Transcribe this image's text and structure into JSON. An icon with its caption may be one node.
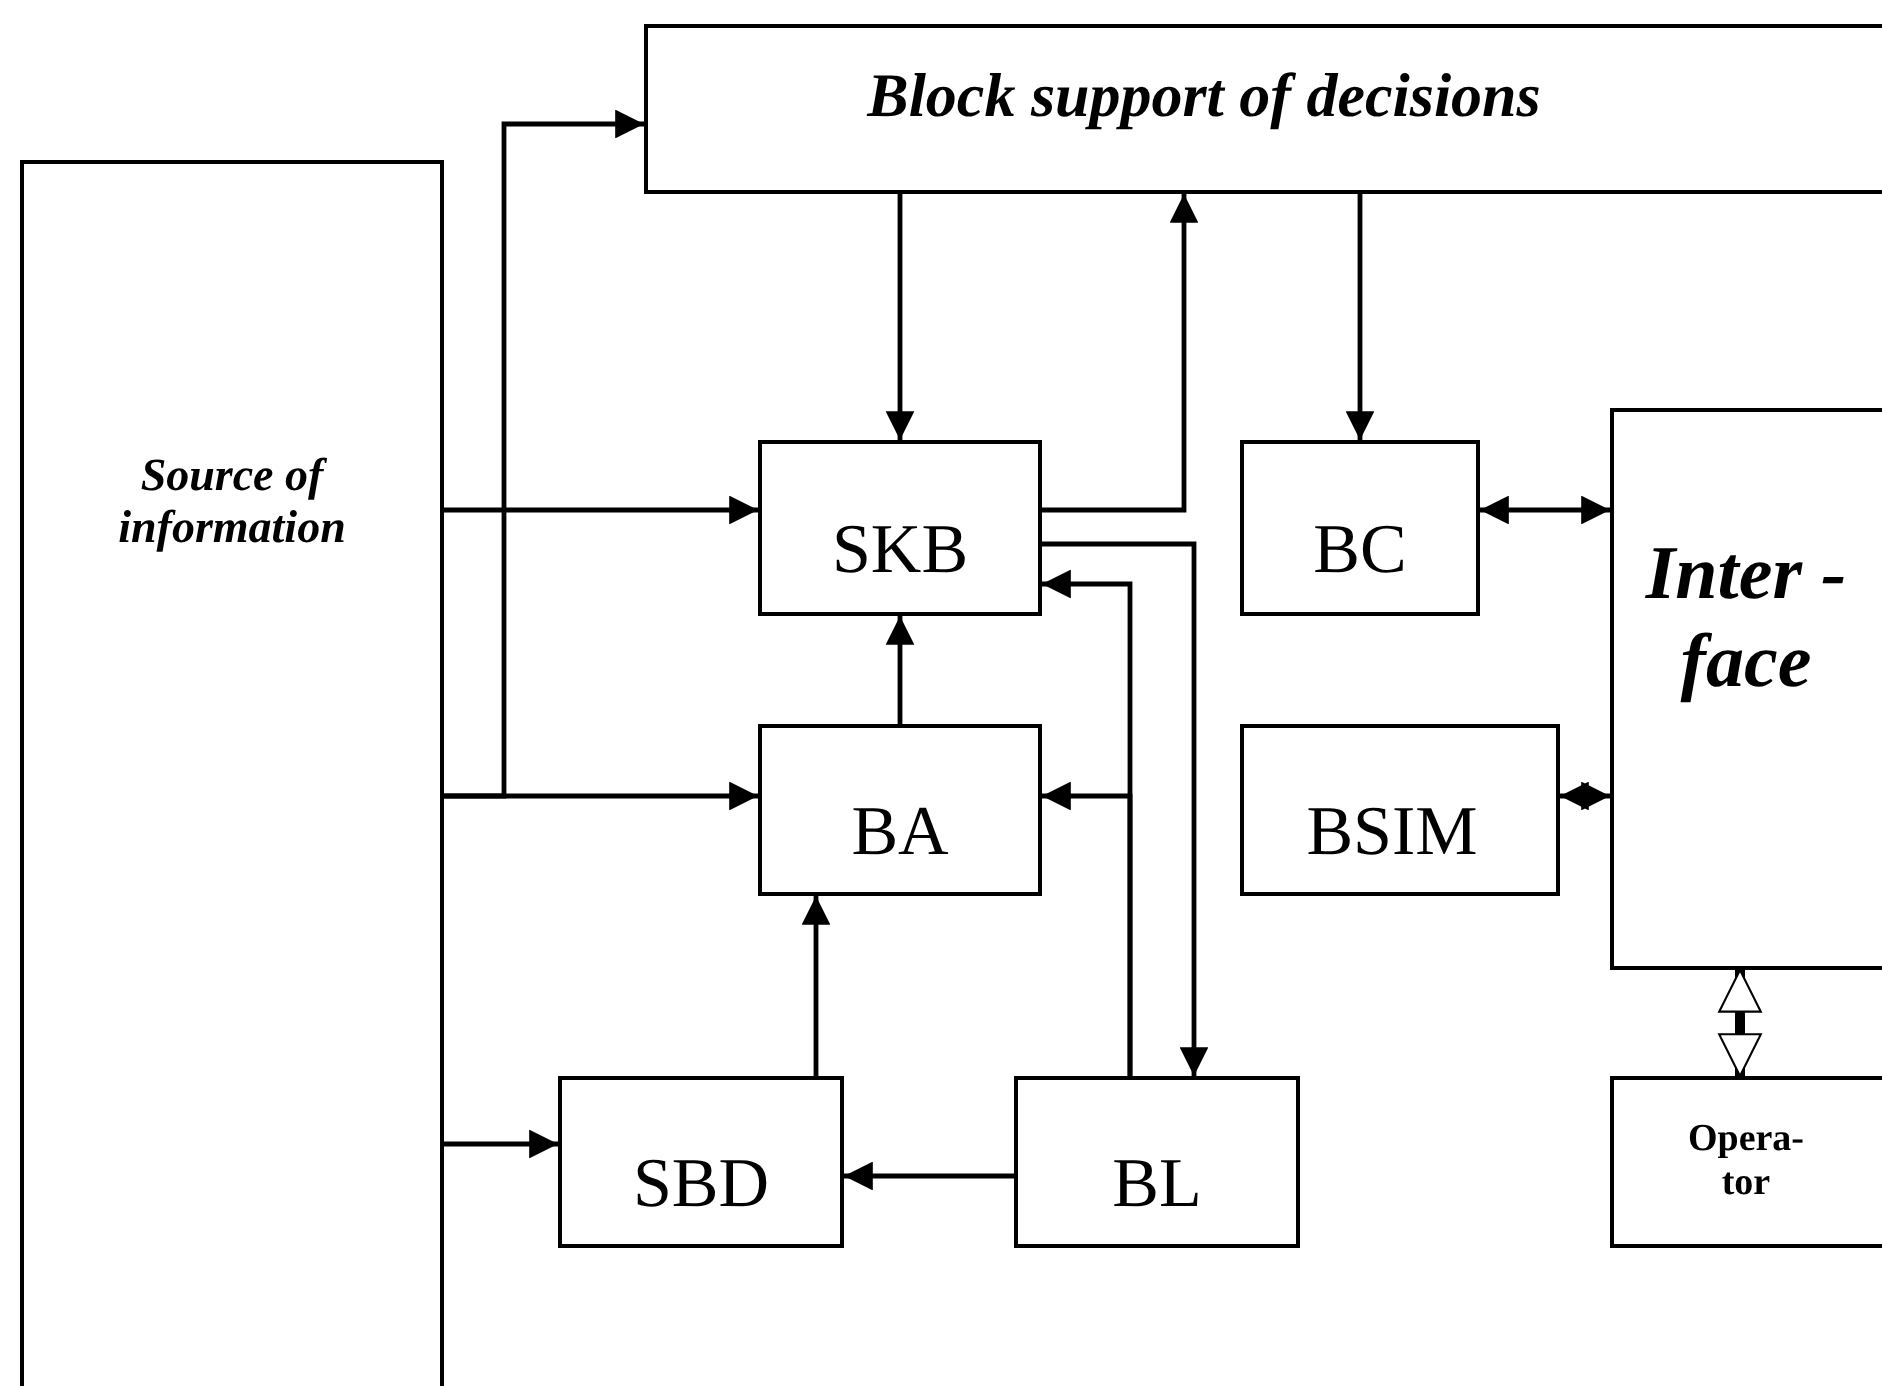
{
  "diagram": {
    "nodes": [
      {
        "text": [
          "Source of information"
        ]
      },
      {
        "text": [
          "Block support of decisions"
        ]
      },
      {
        "text": [
          "SKB"
        ]
      },
      {
        "text": [
          "BC"
        ]
      },
      {
        "text": [
          "Inter -face"
        ]
      },
      {
        "text": [
          "BA"
        ]
      },
      {
        "text": [
          "BSIM"
        ]
      },
      {
        "text": [
          "SBD"
        ]
      },
      {
        "text": [
          "BL"
        ]
      },
      {
        "text": [
          "Opera- tor"
        ]
      }
    ],
    "edges": [
      {
        "from": 0,
        "to": 1,
        "arrow": "to"
      },
      {
        "from": 0,
        "to": 2,
        "arrow": "to"
      },
      {
        "from": 0,
        "to": 5,
        "arrow": "to"
      },
      {
        "from": 0,
        "to": 7,
        "arrow": "to"
      },
      {
        "from": 1,
        "to": 2,
        "arrow": "to"
      },
      {
        "from": 2,
        "to": 1,
        "arrow": "to"
      },
      {
        "from": 1,
        "to": 3,
        "arrow": "to"
      },
      {
        "from": 2,
        "to": 8,
        "arrow": "to"
      },
      {
        "from": 8,
        "to": 2,
        "arrow": "to"
      },
      {
        "from": 8,
        "to": 5,
        "arrow": "to"
      },
      {
        "from": 5,
        "to": 2,
        "arrow": "to"
      },
      {
        "from": 7,
        "to": 5,
        "arrow": "to"
      },
      {
        "from": 8,
        "to": 7,
        "arrow": "to"
      },
      {
        "from": 3,
        "to": 4,
        "arrow": "both"
      },
      {
        "from": 6,
        "to": 4,
        "arrow": "both"
      },
      {
        "from": 4,
        "to": 9,
        "arrow": "both",
        "style": "thick"
      }
    ]
  }
}
